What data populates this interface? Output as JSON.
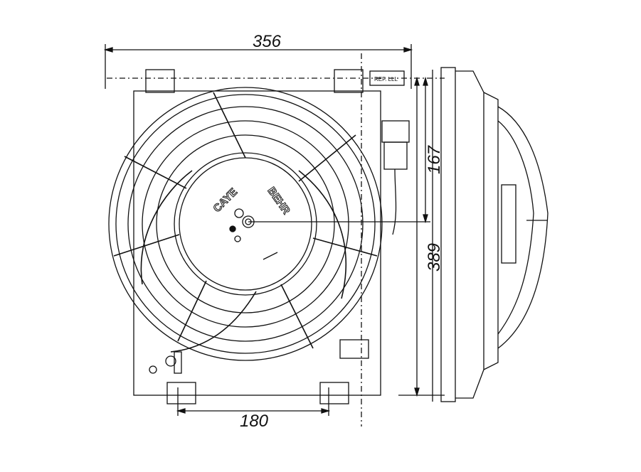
{
  "drawing": {
    "dimensions": {
      "width": "356",
      "motor_offset": "167",
      "height": "389",
      "mount_spacing": "180"
    },
    "hub_labels": {
      "left": "CAYE",
      "right": "BEHR"
    },
    "ref_label": "REF. LLL"
  }
}
